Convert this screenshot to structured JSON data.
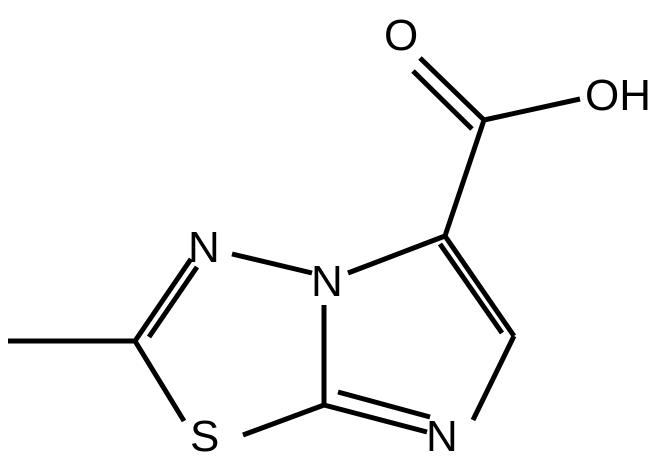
{
  "molecule": {
    "atoms": {
      "oxygen_carbonyl": "O",
      "hydroxyl": "OH",
      "nitrogen_bridge": "N",
      "nitrogen_thiadiazole": "N",
      "sulfur": "S",
      "nitrogen_imidazole": "N"
    }
  },
  "colors": {
    "bond": "#000000",
    "background": "#ffffff"
  }
}
